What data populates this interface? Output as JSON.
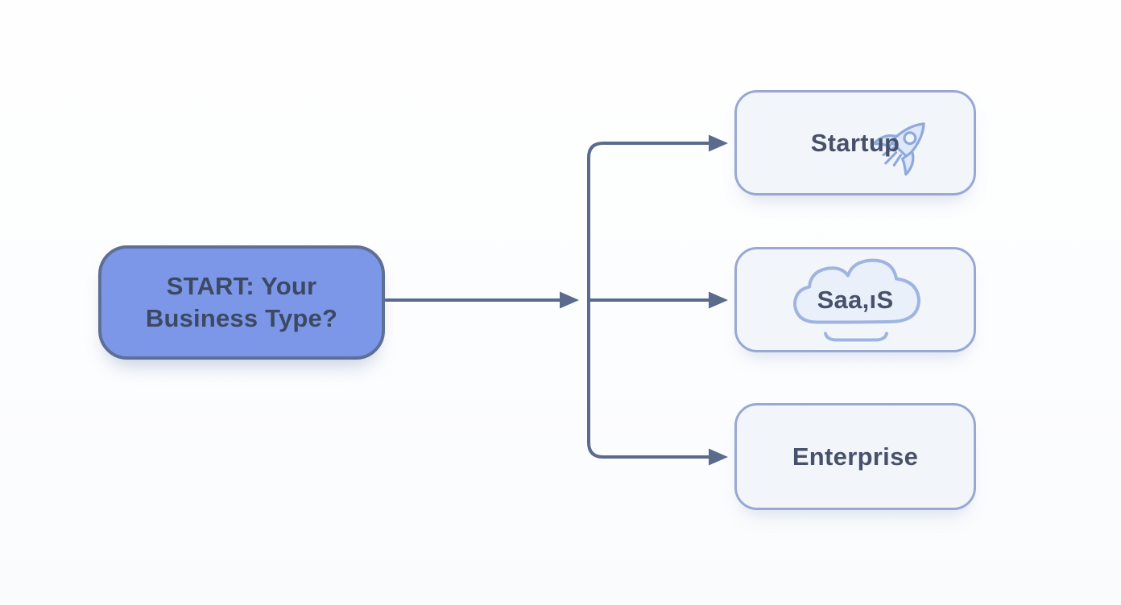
{
  "diagram": {
    "type": "flowchart",
    "start_node": {
      "label": "START: Your Business Type?",
      "line1": "START: Your",
      "line2": "Business Type?"
    },
    "options": [
      {
        "label": "Startup",
        "icon": "rocket-icon"
      },
      {
        "label": "Saa,ıS",
        "icon": "cloud-icon"
      },
      {
        "label": "Enterprise",
        "icon": null
      }
    ],
    "connectors": [
      {
        "from": "start-node",
        "to": "branch-junction",
        "arrow": true
      },
      {
        "from": "branch-junction",
        "to": "option-startup",
        "arrow": true
      },
      {
        "from": "branch-junction",
        "to": "option-saas",
        "arrow": true
      },
      {
        "from": "branch-junction",
        "to": "option-enterprise",
        "arrow": true
      }
    ],
    "colors": {
      "start_fill": "#7d97e8",
      "start_border": "#5e6f96",
      "start_text": "#3c4963",
      "option_fill": "#f2f6fb",
      "option_border": "#98a8d3",
      "option_text": "#47526a",
      "connector": "#5a6b8e",
      "icon_fill": "#dde8f8",
      "icon_stroke": "#8fa9dd",
      "background": "#fdfdfe"
    }
  }
}
